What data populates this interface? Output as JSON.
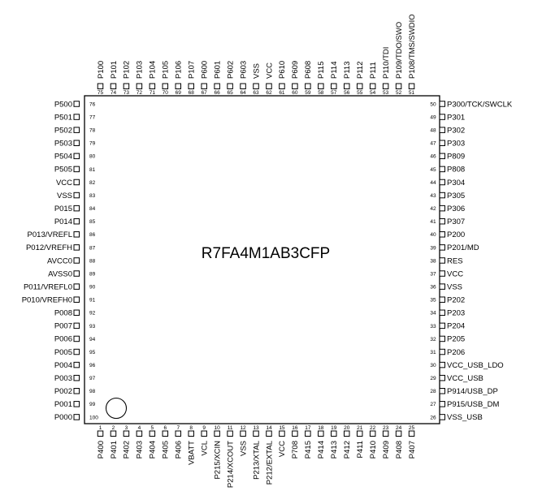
{
  "part_number": "R7FA4M1AB3CFP",
  "pins": {
    "bottom": [
      {
        "num": "1",
        "name": "P400"
      },
      {
        "num": "2",
        "name": "P401"
      },
      {
        "num": "3",
        "name": "P402"
      },
      {
        "num": "4",
        "name": "P403"
      },
      {
        "num": "5",
        "name": "P404"
      },
      {
        "num": "6",
        "name": "P405"
      },
      {
        "num": "7",
        "name": "P406"
      },
      {
        "num": "8",
        "name": "VBATT"
      },
      {
        "num": "9",
        "name": "VCL"
      },
      {
        "num": "10",
        "name": "P215/XCIN"
      },
      {
        "num": "11",
        "name": "P214/XCOUT"
      },
      {
        "num": "12",
        "name": "VSS"
      },
      {
        "num": "13",
        "name": "P213/XTAL"
      },
      {
        "num": "14",
        "name": "P212/EXTAL"
      },
      {
        "num": "15",
        "name": "VCC"
      },
      {
        "num": "16",
        "name": "P708"
      },
      {
        "num": "17",
        "name": "P415"
      },
      {
        "num": "18",
        "name": "P414"
      },
      {
        "num": "19",
        "name": "P413"
      },
      {
        "num": "20",
        "name": "P412"
      },
      {
        "num": "21",
        "name": "P411"
      },
      {
        "num": "22",
        "name": "P410"
      },
      {
        "num": "23",
        "name": "P409"
      },
      {
        "num": "24",
        "name": "P408"
      },
      {
        "num": "25",
        "name": "P407"
      }
    ],
    "right": [
      {
        "num": "26",
        "name": "VSS_USB"
      },
      {
        "num": "27",
        "name": "P915/USB_DM"
      },
      {
        "num": "28",
        "name": "P914/USB_DP"
      },
      {
        "num": "29",
        "name": "VCC_USB"
      },
      {
        "num": "30",
        "name": "VCC_USB_LDO"
      },
      {
        "num": "31",
        "name": "P206"
      },
      {
        "num": "32",
        "name": "P205"
      },
      {
        "num": "33",
        "name": "P204"
      },
      {
        "num": "34",
        "name": "P203"
      },
      {
        "num": "35",
        "name": "P202"
      },
      {
        "num": "36",
        "name": "VSS"
      },
      {
        "num": "37",
        "name": "VCC"
      },
      {
        "num": "38",
        "name": "RES"
      },
      {
        "num": "39",
        "name": "P201/MD"
      },
      {
        "num": "40",
        "name": "P200"
      },
      {
        "num": "41",
        "name": "P307"
      },
      {
        "num": "42",
        "name": "P306"
      },
      {
        "num": "43",
        "name": "P305"
      },
      {
        "num": "44",
        "name": "P304"
      },
      {
        "num": "45",
        "name": "P808"
      },
      {
        "num": "46",
        "name": "P809"
      },
      {
        "num": "47",
        "name": "P303"
      },
      {
        "num": "48",
        "name": "P302"
      },
      {
        "num": "49",
        "name": "P301"
      },
      {
        "num": "50",
        "name": "P300/TCK/SWCLK"
      }
    ],
    "top": [
      {
        "num": "51",
        "name": "P108/TMS/SWDIO"
      },
      {
        "num": "52",
        "name": "P109/TDO/SWO"
      },
      {
        "num": "53",
        "name": "P110/TDI"
      },
      {
        "num": "54",
        "name": "P111"
      },
      {
        "num": "55",
        "name": "P112"
      },
      {
        "num": "56",
        "name": "P113"
      },
      {
        "num": "57",
        "name": "P114"
      },
      {
        "num": "58",
        "name": "P115"
      },
      {
        "num": "59",
        "name": "P608"
      },
      {
        "num": "60",
        "name": "P609"
      },
      {
        "num": "61",
        "name": "P610"
      },
      {
        "num": "62",
        "name": "VCC"
      },
      {
        "num": "63",
        "name": "VSS"
      },
      {
        "num": "64",
        "name": "P603"
      },
      {
        "num": "65",
        "name": "P602"
      },
      {
        "num": "66",
        "name": "P601"
      },
      {
        "num": "67",
        "name": "P600"
      },
      {
        "num": "68",
        "name": "P107"
      },
      {
        "num": "69",
        "name": "P106"
      },
      {
        "num": "70",
        "name": "P105"
      },
      {
        "num": "71",
        "name": "P104"
      },
      {
        "num": "72",
        "name": "P103"
      },
      {
        "num": "73",
        "name": "P102"
      },
      {
        "num": "74",
        "name": "P101"
      },
      {
        "num": "75",
        "name": "P100"
      }
    ],
    "left": [
      {
        "num": "76",
        "name": "P500"
      },
      {
        "num": "77",
        "name": "P501"
      },
      {
        "num": "78",
        "name": "P502"
      },
      {
        "num": "79",
        "name": "P503"
      },
      {
        "num": "80",
        "name": "P504"
      },
      {
        "num": "81",
        "name": "P505"
      },
      {
        "num": "82",
        "name": "VCC"
      },
      {
        "num": "83",
        "name": "VSS"
      },
      {
        "num": "84",
        "name": "P015"
      },
      {
        "num": "85",
        "name": "P014"
      },
      {
        "num": "86",
        "name": "P013/VREFL"
      },
      {
        "num": "87",
        "name": "P012/VREFH"
      },
      {
        "num": "88",
        "name": "AVCC0"
      },
      {
        "num": "89",
        "name": "AVSS0"
      },
      {
        "num": "90",
        "name": "P011/VREFL0"
      },
      {
        "num": "91",
        "name": "P010/VREFH0"
      },
      {
        "num": "92",
        "name": "P008"
      },
      {
        "num": "93",
        "name": "P007"
      },
      {
        "num": "94",
        "name": "P006"
      },
      {
        "num": "95",
        "name": "P005"
      },
      {
        "num": "96",
        "name": "P004"
      },
      {
        "num": "97",
        "name": "P003"
      },
      {
        "num": "98",
        "name": "P002"
      },
      {
        "num": "99",
        "name": "P001"
      },
      {
        "num": "100",
        "name": "P000"
      }
    ]
  }
}
